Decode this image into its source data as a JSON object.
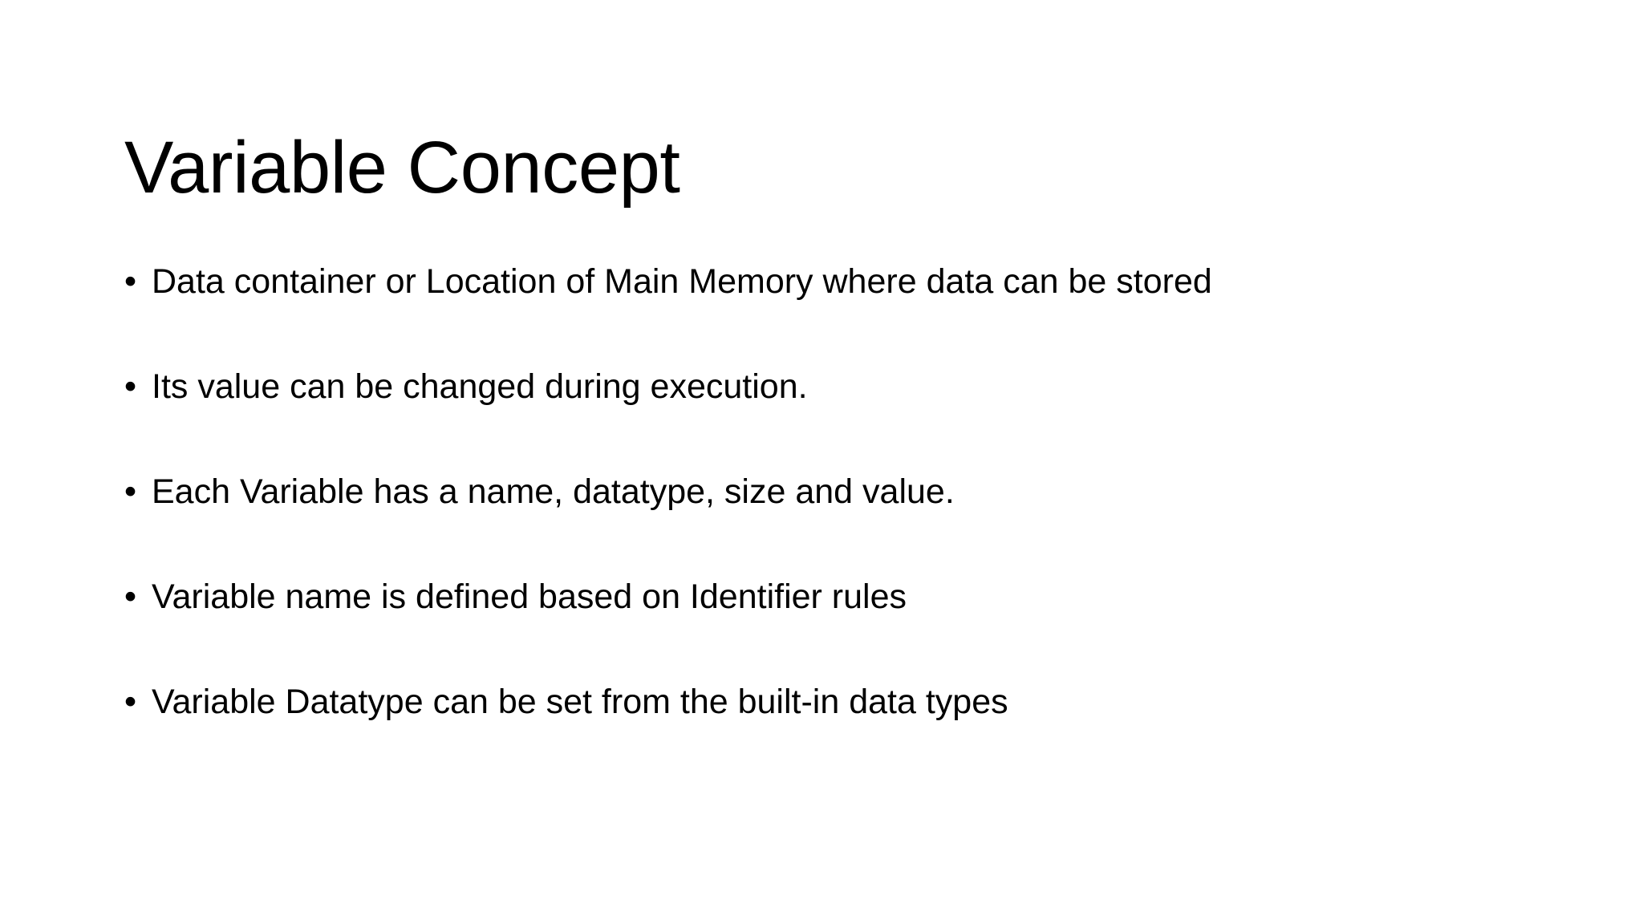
{
  "slide": {
    "background_color": "#ffffff",
    "text_color": "#000000",
    "title": "Variable Concept",
    "bullet_marker": "•",
    "bullets": [
      {
        "text": "Data container or Location of Main Memory where data can be stored"
      },
      {
        "text": "Its value can be changed during execution."
      },
      {
        "text": "Each Variable has a name, datatype, size and value."
      },
      {
        "text": "Variable name is defined based on Identifier rules"
      },
      {
        "text": "Variable Datatype can be set from the built-in data types"
      }
    ]
  }
}
